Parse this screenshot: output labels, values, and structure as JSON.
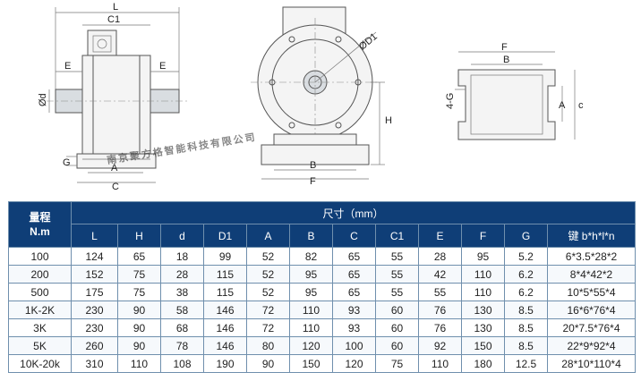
{
  "drawing": {
    "front_view_labels": {
      "L": "L",
      "C1": "C1",
      "E_left": "E",
      "E_right": "E",
      "d": "Ød",
      "G": "G",
      "A": "A",
      "C": "C"
    },
    "side_view_labels": {
      "D1": "ØD1",
      "H": "H",
      "B": "B",
      "F": "F"
    },
    "base_view_labels": {
      "F": "F",
      "B": "B",
      "A": "A",
      "c": "c",
      "G": "4-G"
    }
  },
  "watermark": "南京聚方格智能科技有限公司",
  "table": {
    "range_header": "量程",
    "range_unit": "N.m",
    "dims_header": "尺寸（mm）",
    "columns": [
      "L",
      "H",
      "d",
      "D1",
      "A",
      "B",
      "C",
      "C1",
      "E",
      "F",
      "G",
      "键 b*h*l*n"
    ],
    "rows": [
      {
        "range": "100",
        "values": [
          "124",
          "65",
          "18",
          "99",
          "52",
          "82",
          "65",
          "55",
          "28",
          "95",
          "5.2",
          "6*3.5*28*2"
        ]
      },
      {
        "range": "200",
        "values": [
          "152",
          "75",
          "28",
          "115",
          "52",
          "95",
          "65",
          "55",
          "42",
          "110",
          "6.2",
          "8*4*42*2"
        ]
      },
      {
        "range": "500",
        "values": [
          "175",
          "75",
          "38",
          "115",
          "52",
          "95",
          "65",
          "55",
          "55",
          "110",
          "6.2",
          "10*5*55*4"
        ]
      },
      {
        "range": "1K-2K",
        "values": [
          "230",
          "90",
          "58",
          "146",
          "72",
          "110",
          "93",
          "60",
          "76",
          "130",
          "8.5",
          "16*6*76*4"
        ]
      },
      {
        "range": "3K",
        "values": [
          "230",
          "90",
          "68",
          "146",
          "72",
          "110",
          "93",
          "60",
          "76",
          "130",
          "8.5",
          "20*7.5*76*4"
        ]
      },
      {
        "range": "5K",
        "values": [
          "260",
          "90",
          "78",
          "146",
          "80",
          "120",
          "100",
          "60",
          "92",
          "150",
          "8.5",
          "22*9*92*4"
        ]
      },
      {
        "range": "10K-20k",
        "values": [
          "310",
          "110",
          "108",
          "190",
          "90",
          "150",
          "120",
          "75",
          "110",
          "180",
          "12.5",
          "28*10*110*4"
        ]
      }
    ]
  }
}
